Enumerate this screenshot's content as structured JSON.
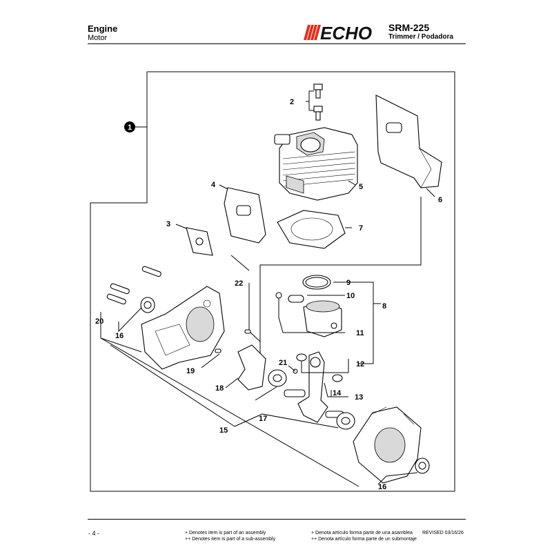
{
  "header": {
    "title": "Engine",
    "subtitle": "Motor",
    "brand": "ECHO",
    "model": "SRM-225",
    "model_sub": "Trimmer / Podadora"
  },
  "diagram": {
    "callouts": {
      "c1": "1",
      "c2": "2",
      "c3": "3",
      "c4": "4",
      "c5": "5",
      "c6": "6",
      "c7": "7",
      "c8": "8",
      "c9": "9",
      "c10": "10",
      "c11": "11",
      "c12": "12",
      "c13": "13",
      "c14": "14",
      "c15": "15",
      "c16a": "16",
      "c16b": "16",
      "c17": "17",
      "c18": "18",
      "c19": "19",
      "c20": "20",
      "c21": "21",
      "c22": "22"
    }
  },
  "footer": {
    "page": "- 4 -",
    "note_en_1": "+ Denotes item is part of an assembly",
    "note_en_2": "++ Denotes item is part of a sub-assembly",
    "note_es_1": "+ Denota artículo forma parte de una asamblea",
    "note_es_2": "++ Denota artículo forma parte de un submontaje",
    "revised": "REVISED 03/16/26"
  },
  "colors": {
    "brand_red": "#e0301e"
  }
}
